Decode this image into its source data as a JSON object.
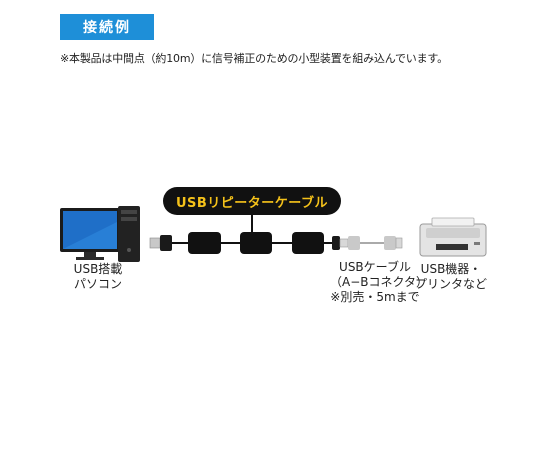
{
  "header": {
    "title": "接続例"
  },
  "note": "※本製品は中間点（約10m）に信号補正のための小型装置を組み込んでいます。",
  "repeater": {
    "label": "USBリピーターケーブル"
  },
  "pc": {
    "label_line1": "USB搭載",
    "label_line2": "パソコン"
  },
  "usb_cable": {
    "label_line1": "USBケーブル",
    "label_line2": "（A−Bコネクタ）",
    "label_line3": "※別売・5mまで"
  },
  "device": {
    "label_line1": "USB機器・",
    "label_line2": "プリンタなど"
  },
  "colors": {
    "accent_blue": "#1e8fd8",
    "pill_bg": "#111111",
    "pill_text": "#f5c21a"
  }
}
